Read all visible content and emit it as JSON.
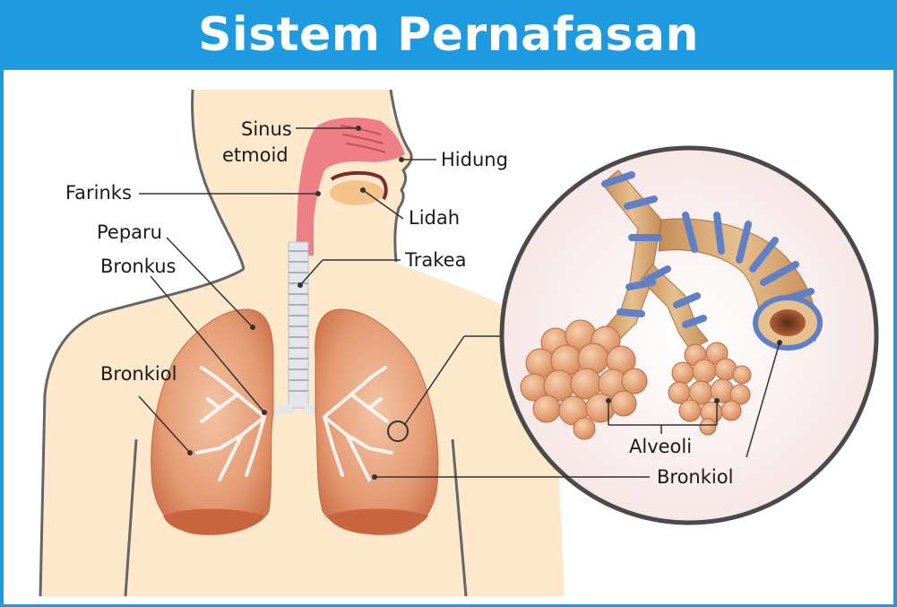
{
  "title": "Sistem Pernafasan",
  "labels": {
    "sinus": "Sinus",
    "etmoid": "etmoid",
    "hidung": "Hidung",
    "farinks": "Farinks",
    "lidah": "Lidah",
    "peparu": "Peparu",
    "bronkus": "Bronkus",
    "trakea": "Trakea",
    "bronkiol_left": "Bronkiol",
    "alveoli": "Alveoli",
    "bronkiol_right": "Bronkiol"
  },
  "colors": {
    "title_bar": "#1e9be0",
    "skin": "#fde8cc",
    "lung": "#e9a078",
    "lung_dark": "#d27a52",
    "nasal": "#ee7f86",
    "trachea": "#e4e6ea",
    "alveoli": "#e8a878",
    "bronchus_tube": "#d4a56f",
    "cartilage_ring": "#5f80c6"
  }
}
